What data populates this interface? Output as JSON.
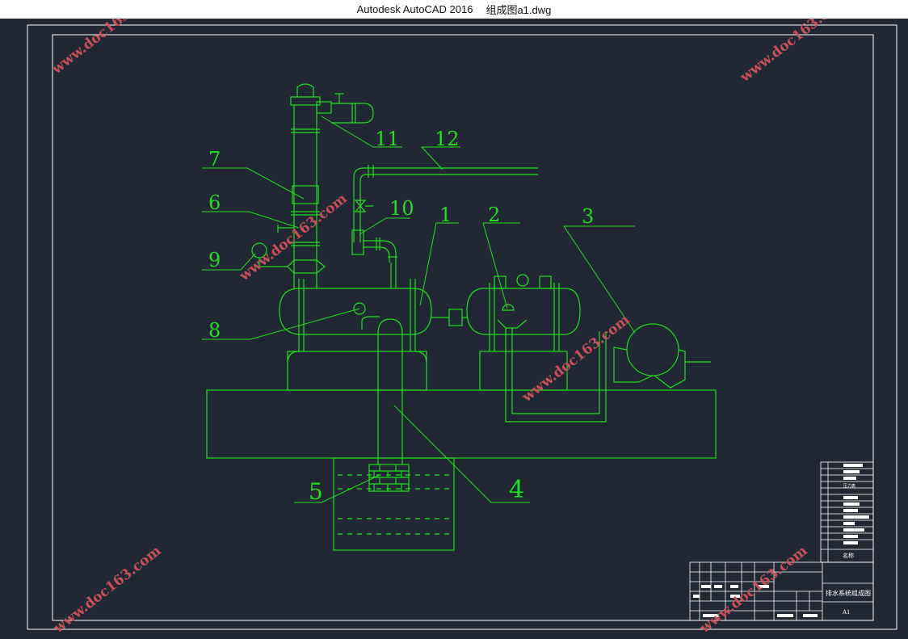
{
  "window": {
    "app_title": "Autodesk AutoCAD 2016",
    "file_name": "组成图a1.dwg"
  },
  "drawing": {
    "callouts": [
      "1",
      "2",
      "3",
      "4",
      "5",
      "6",
      "7",
      "8",
      "9",
      "10",
      "11",
      "12"
    ],
    "title_block": {
      "drawing_title": "排水系统组成图",
      "sheet_size": "A1",
      "name_label": "名称",
      "row_label": "压力表"
    },
    "watermark": "www.doc163.com"
  },
  "colors": {
    "background": "#212833",
    "lines": "#22dd22",
    "border": "#ffffff",
    "watermark": "#c8505a"
  }
}
